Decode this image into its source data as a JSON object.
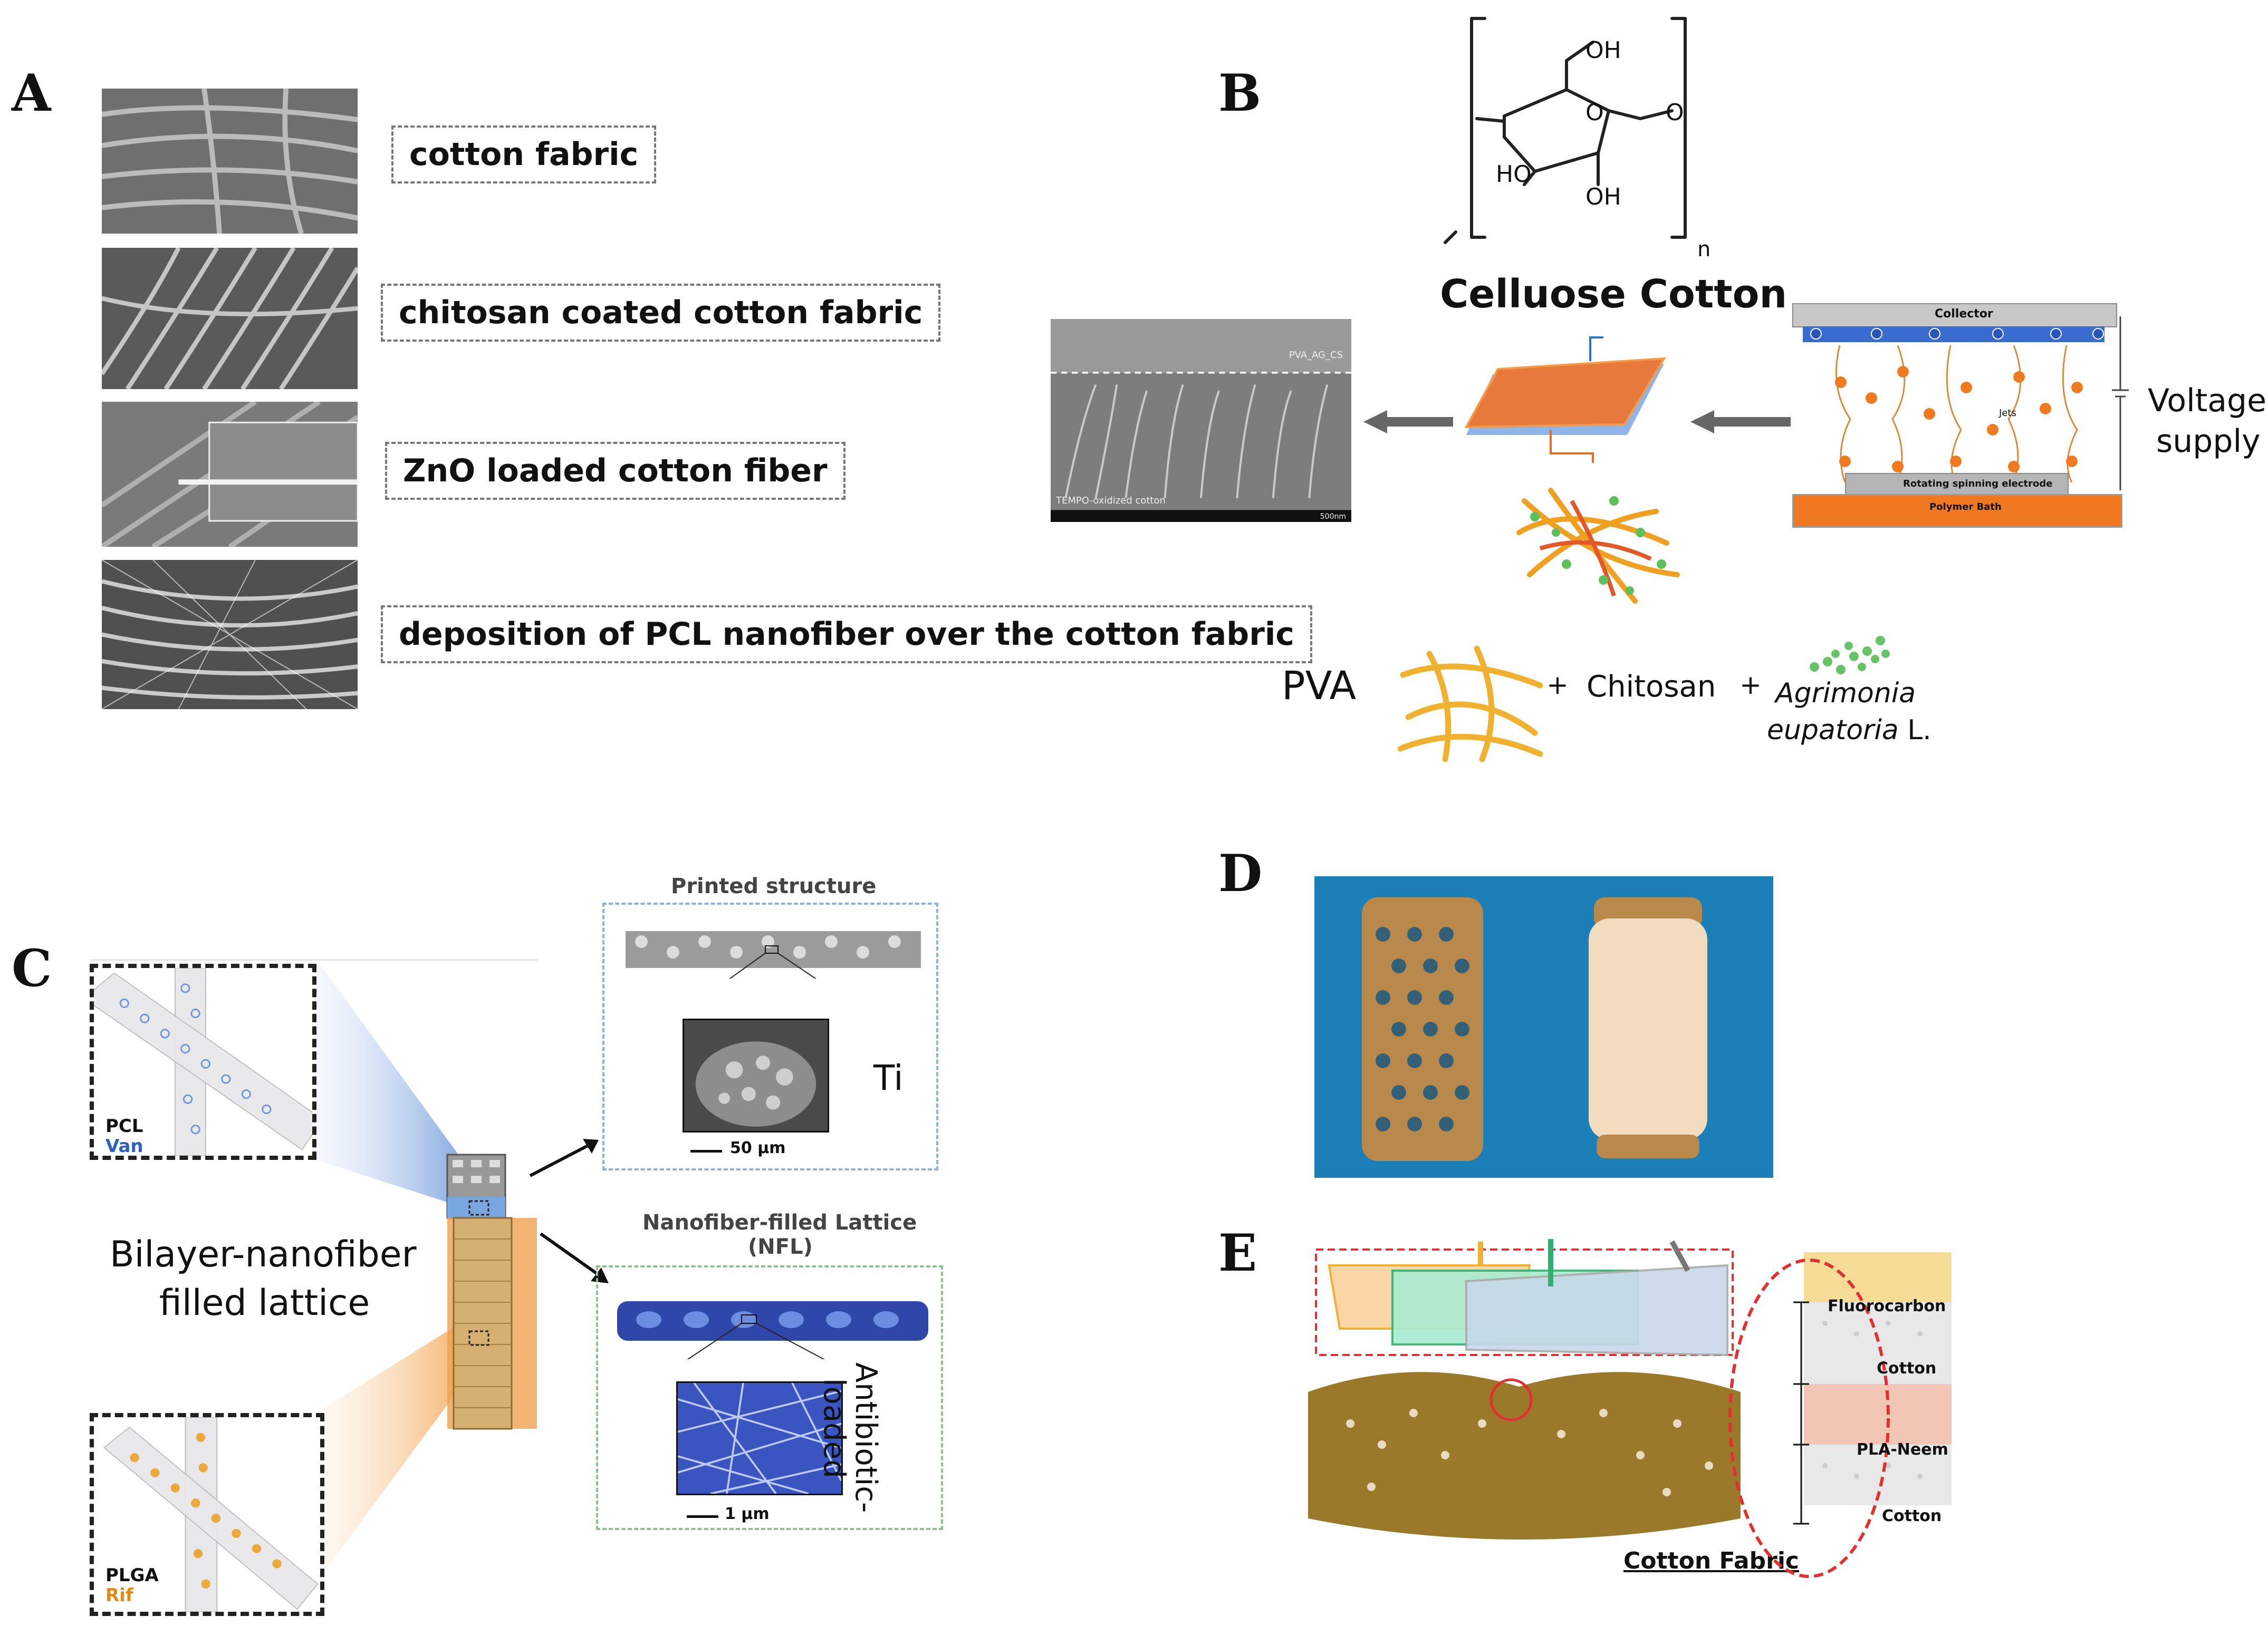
{
  "panels": {
    "A": {
      "label": "A",
      "items": [
        "cotton fabric",
        "chitosan coated cotton fabric",
        "ZnO loaded cotton fiber",
        "deposition of PCL nanofiber over the cotton fabric"
      ]
    },
    "B": {
      "label": "B",
      "oh_top": "OH",
      "ho_left": "HO",
      "oh_bottom": "OH",
      "ring_o": "O",
      "bridge_o": "O",
      "n_sub": "n",
      "title": "Celluose Cotton",
      "collector": "Collector",
      "jets": "Jets",
      "electrode": "Rotating spinning electrode",
      "bath": "Polymer Bath",
      "voltage": "Voltage",
      "supply": "supply",
      "sem_top": "PVA_AG_CS",
      "sem_bottom": "TEMPO-oxidized cotton",
      "sem_scale": "500nm",
      "pva": "PVA",
      "plus": "+",
      "chitosan": "Chitosan",
      "agrimonia_italic": "Agrimonia",
      "eupatoria_italic": "eupatoria",
      "eupatoria_rest": " L."
    },
    "C": {
      "label": "C",
      "printed_structure": "Printed structure",
      "ti": "Ti",
      "scale_top": "50 μm",
      "nfl_title_1": "Nanofiber-filled Lattice",
      "nfl_title_2": "(NFL)",
      "antibiotic_1": "Antibiotic-",
      "antibiotic_2": "loaded",
      "scale_bottom": "1 μm",
      "bilayer_1": "Bilayer-nanofiber",
      "bilayer_2": "filled lattice",
      "pcl": "PCL",
      "van": "Van",
      "plga": "PLGA",
      "rif": "Rif"
    },
    "D": {
      "label": "D"
    },
    "E": {
      "label": "E",
      "layers": [
        "Fluorocarbon",
        "Cotton",
        "PLA-Neem",
        "Cotton"
      ],
      "caption": "Cotton Fabric"
    }
  },
  "colors": {
    "blue_accent": "#2f5fc0",
    "orange_accent": "#f08a24",
    "mask_brown": "#9a7a2a",
    "d_background": "#1c7fb8"
  }
}
